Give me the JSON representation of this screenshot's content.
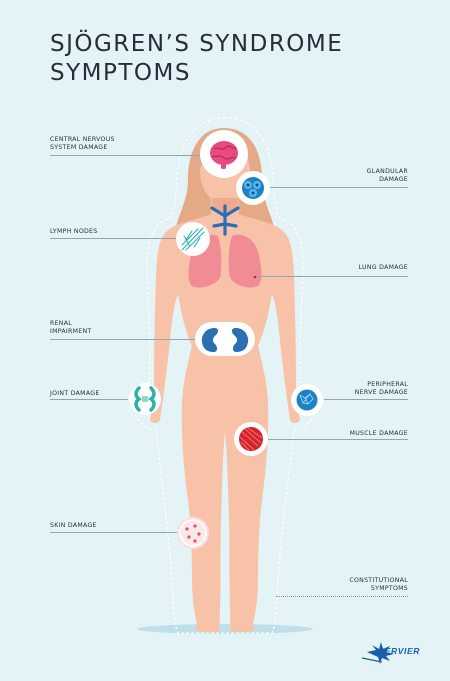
{
  "title": {
    "line1": "SJÖGREN’S SYNDROME",
    "line2": "SYMPTOMS"
  },
  "labels": {
    "cns": {
      "line1": "CENTRAL NERVOUS",
      "line2": "SYSTEM DAMAGE"
    },
    "glandular": {
      "line1": "GLANDULAR",
      "line2": "DAMAGE"
    },
    "lymph": {
      "line1": "LYMPH NODES"
    },
    "lung": {
      "line1": "LUNG DAMAGE"
    },
    "renal": {
      "line1": "RENAL",
      "line2": "IMPAIRMENT"
    },
    "joint": {
      "line1": "JOINT DAMAGE"
    },
    "peripheral": {
      "line1": "PERIPHERAL",
      "line2": "NERVE DAMAGE"
    },
    "muscle": {
      "line1": "MUSCLE DAMAGE"
    },
    "skin": {
      "line1": "SKIN DAMAGE"
    },
    "constitutional": {
      "line1": "CONSTITUTIONAL",
      "line2": "SYMPTOMS"
    }
  },
  "logo": {
    "text": "SERVIER",
    "icon": "servier-star-icon"
  },
  "colors": {
    "background": "#e3f3f6",
    "skin": "#f7c2a8",
    "skin_shadow": "#eeaa8e",
    "hair": "#e4a987",
    "brain": "#e8497f",
    "lungs": "#ef8c94",
    "kidneys": "#2a6fb4",
    "joint": "#27b3a9",
    "nerve": "#1b82c8",
    "muscle": "#d6232b",
    "skin_dots": "#ea4a6a"
  }
}
